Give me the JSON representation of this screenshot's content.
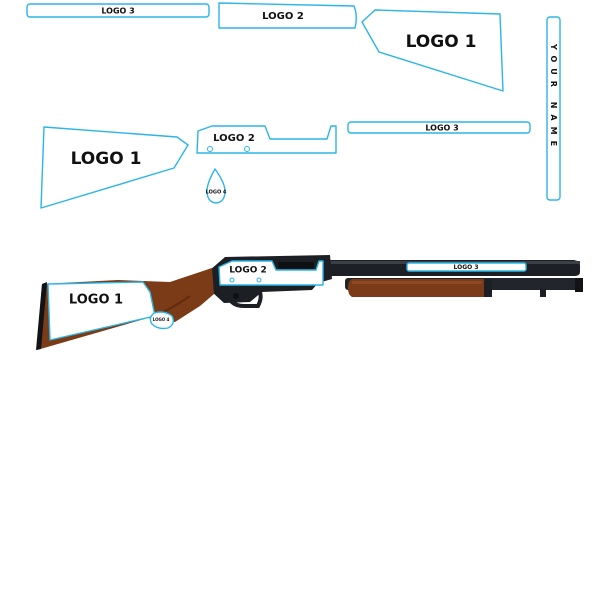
{
  "colors": {
    "outline": "#2bb5e6",
    "wood": "#7a3b16",
    "wood_dark": "#4e220a",
    "metal": "#1c1f24",
    "metal_light": "#3a4048",
    "label_text": "#111111"
  },
  "templates": {
    "strip_top_left": "LOGO 3",
    "top_receiver": "LOGO 2",
    "top_stock": "LOGO 1",
    "vertical_strip": "YOUR NAME",
    "mid_stock": "LOGO 1",
    "mid_receiver": "LOGO 2",
    "mid_strip": "LOGO 3",
    "grip_cap": "LOGO 4"
  },
  "gun": {
    "stock": "LOGO 1",
    "receiver": "LOGO 2",
    "barrel_strip": "LOGO 3",
    "grip_cap": "LOGO 4"
  }
}
